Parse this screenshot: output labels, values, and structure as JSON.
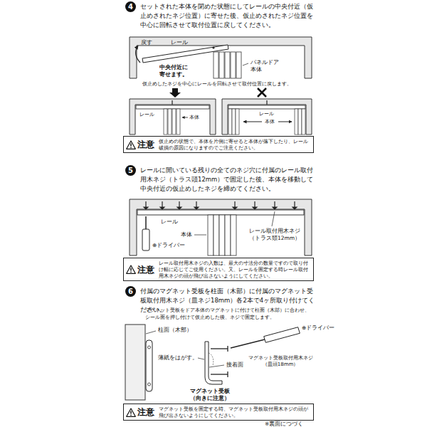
{
  "diagram": {
    "nodes": [
      {
        "text": [
          "4"
        ]
      },
      {
        "text": [
          "注意",
          "仮止めの状態で、本体を片側に寄せると本体が落下したり、レール破損の原因になりますのでご注意ください。"
        ]
      },
      {
        "text": [
          "5"
        ]
      },
      {
        "text": [
          "注意",
          "レール取付用木ネジの入数は、最大の寸法分の数量ですので取り付け幅に応じてご使用ください。又、レールを固定する時レール取付用木ネジの頭が飛び出さないようにしてください。"
        ]
      },
      {
        "text": [
          "6"
        ]
      },
      {
        "text": [
          "注意",
          "マグネット受板を固定する時、マグネット受板取付用木ネジの頭が飛び出さないようにしてください。"
        ]
      }
    ],
    "labels": [
      "セットされた本体を閉めた状態にしてレールの中央付近（仮止めされたネジ位置）に寄せた後、仮止めされたネジ位置を中心に回転させて取付位置に戻してください。",
      "戻す",
      "レール",
      "中央付近に寄せます。",
      "パネルドア本体",
      "仮止めしたネジを中心にレールを回転させて取付位置に戻します。",
      "レール",
      "本体",
      "レール",
      "本体",
      "レールに開いている残りの全てのネジ穴に付属のレール取付用木ネジ（トラス頭12mm）で固定した後、本体を移動して中央付近の仮止めしたネジを締めてください。",
      "レール",
      "本体",
      "⊕ドライバー",
      "レール取付用木ネジ （トラス頭12mm）",
      "付属のマグネット受板を柱面（木部）に付属のマグネット受板取付用木ネジ（皿ネジ18mm）各2本で4ヶ所取り付けてください。",
      "マグネット受板をドア本体のマグネットに付けて柱面（木部）に合わせ、シール面を押し付けて仮止めした後、ネジで固定します。",
      "柱面（木部）",
      "⊕ドライバー",
      "薄紙をはがす。",
      "マグネット受板取付用木ネジ （皿頭18mm）",
      "接着面",
      "マグネット受板 （向きに注意）",
      "※裏面につづく"
    ]
  }
}
